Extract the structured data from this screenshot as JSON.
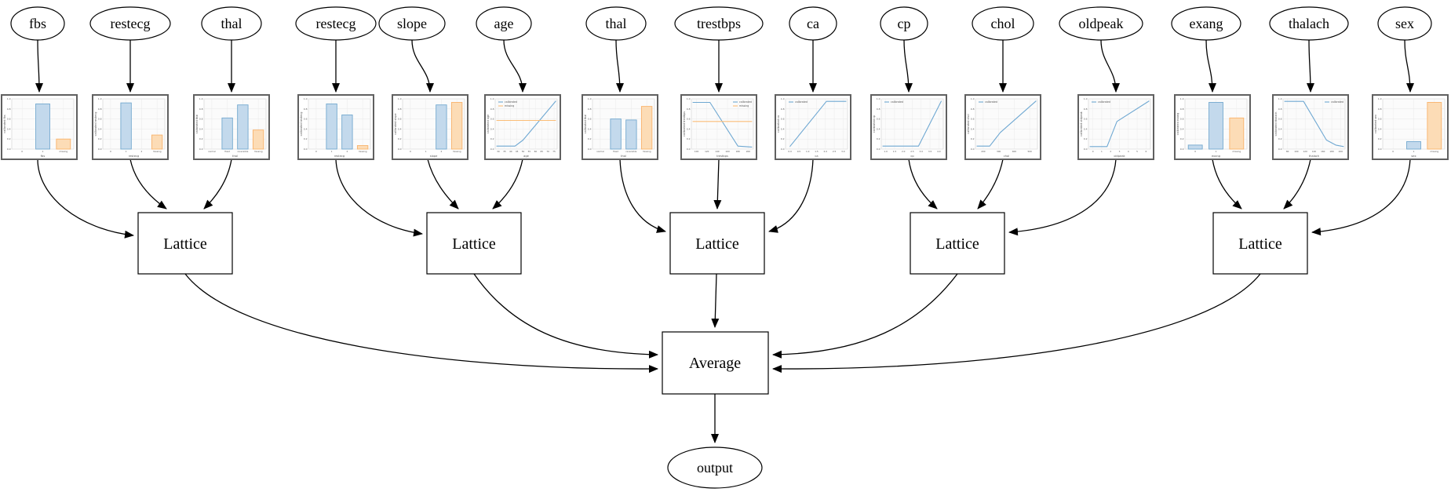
{
  "diagram": {
    "lattice_label": "Lattice",
    "average_label": "Average",
    "output_label": "output",
    "lattice_count": 5,
    "edge_color": "#000000",
    "node_border_color": "#000000",
    "chart_frame_color": "#606060"
  },
  "features": [
    "fbs",
    "restecg",
    "thal",
    "restecg",
    "slope",
    "age",
    "thal",
    "trestbps",
    "ca",
    "cp",
    "chol",
    "oldpeak",
    "exang",
    "thalach",
    "sex"
  ],
  "groups": [
    [
      0,
      1,
      2
    ],
    [
      3,
      4,
      5
    ],
    [
      6,
      7,
      8
    ],
    [
      9,
      10,
      11
    ],
    [
      12,
      13,
      14
    ]
  ],
  "colors": {
    "calibrated_blue": "#6fa8d2",
    "missing_orange": "#fbbd77",
    "bar_blue_fill": "#c3d9ec",
    "bar_blue_stroke": "#74a9cf",
    "bar_orange_fill": "#fcdcb6",
    "bar_orange_stroke": "#f9b36b",
    "grid": "#e8e8e8",
    "plot_bg": "#fbfbfb",
    "spine": "#cfcfcf"
  },
  "chart_data": [
    {
      "feature": "fbs",
      "type": "bar",
      "ylabel": "calibrated fbs",
      "xlabel": "fbs",
      "yticks": [
        "0.0",
        "0.2",
        "0.4",
        "0.6",
        "0.8",
        "1.0"
      ],
      "bars": {
        "categories": [
          "0",
          "1",
          "missing"
        ],
        "values": [
          0,
          0.9,
          0.2
        ],
        "colors": [
          "blue",
          "blue",
          "orange"
        ]
      }
    },
    {
      "feature": "restecg",
      "type": "bar",
      "ylabel": "calibrated restecg",
      "xlabel": "restecg",
      "yticks": [
        "0.0",
        "0.2",
        "0.4",
        "0.6",
        "0.8",
        "1.0"
      ],
      "bars": {
        "categories": [
          "0",
          "1",
          "2",
          "missing"
        ],
        "values": [
          0,
          0.92,
          0,
          0.28
        ],
        "colors": [
          "blue",
          "blue",
          "blue",
          "orange"
        ]
      }
    },
    {
      "feature": "thal",
      "type": "bar",
      "ylabel": "calibrated thal",
      "xlabel": "thal",
      "yticks": [
        "0.0",
        "0.2",
        "0.4",
        "0.6",
        "0.8",
        "1.0"
      ],
      "bars": {
        "categories": [
          "normal",
          "fixed",
          "reversible",
          "missing"
        ],
        "values": [
          0,
          0.62,
          0.88,
          0.38
        ],
        "colors": [
          "blue",
          "blue",
          "blue",
          "orange"
        ]
      }
    },
    {
      "feature": "restecg",
      "type": "bar",
      "ylabel": "calibrated restecg",
      "xlabel": "restecg",
      "yticks": [
        "0.0",
        "0.2",
        "0.4",
        "0.6",
        "0.8",
        "1.0"
      ],
      "bars": {
        "categories": [
          "0",
          "1",
          "2",
          "missing"
        ],
        "values": [
          0,
          0.9,
          0.68,
          0.07
        ],
        "colors": [
          "blue",
          "blue",
          "blue",
          "orange"
        ]
      }
    },
    {
      "feature": "slope",
      "type": "bar",
      "ylabel": "calibrated slope",
      "xlabel": "slope",
      "yticks": [
        "0.0",
        "0.2",
        "0.4",
        "0.6",
        "0.8",
        "1.0"
      ],
      "bars": {
        "categories": [
          "0",
          "1",
          "2",
          "missing"
        ],
        "values": [
          0,
          0,
          0.88,
          0.93
        ],
        "colors": [
          "blue",
          "blue",
          "blue",
          "orange"
        ]
      }
    },
    {
      "feature": "age",
      "type": "line",
      "ylabel": "calibrated age",
      "xlabel": "age",
      "yticks": [
        "0.0",
        "0.2",
        "0.4",
        "0.6",
        "0.8",
        "1.0"
      ],
      "xticks": [
        "30",
        "35",
        "40",
        "45",
        "50",
        "55",
        "60",
        "65",
        "70",
        "75"
      ],
      "legend": [
        "calibrated",
        "missing"
      ],
      "legend_pos": "top-left",
      "series": [
        {
          "name": "calibrated",
          "color": "blue",
          "points": [
            [
              0.02,
              0.06
            ],
            [
              0.32,
              0.06
            ],
            [
              0.45,
              0.18
            ],
            [
              0.98,
              0.96
            ]
          ]
        },
        {
          "name": "missing",
          "color": "orange",
          "points": [
            [
              0.02,
              0.57
            ],
            [
              0.98,
              0.57
            ]
          ]
        }
      ]
    },
    {
      "feature": "thal",
      "type": "bar",
      "ylabel": "calibrated thal",
      "xlabel": "thal",
      "yticks": [
        "0.0",
        "0.2",
        "0.4",
        "0.6",
        "0.8",
        "1.0"
      ],
      "bars": {
        "categories": [
          "normal",
          "fixed",
          "reversible",
          "missing"
        ],
        "values": [
          0,
          0.6,
          0.58,
          0.85
        ],
        "colors": [
          "blue",
          "blue",
          "blue",
          "orange"
        ]
      }
    },
    {
      "feature": "trestbps",
      "type": "line",
      "ylabel": "calibrated trestbps",
      "xlabel": "trestbps",
      "yticks": [
        "0.0",
        "0.2",
        "0.4",
        "0.6",
        "0.8",
        "1.0"
      ],
      "xticks": [
        "100",
        "120",
        "140",
        "160",
        "180",
        "200"
      ],
      "legend": [
        "calibrated",
        "missing"
      ],
      "legend_pos": "top-right",
      "series": [
        {
          "name": "calibrated",
          "color": "blue",
          "points": [
            [
              0.02,
              0.93
            ],
            [
              0.3,
              0.93
            ],
            [
              0.75,
              0.06
            ],
            [
              0.98,
              0.04
            ]
          ]
        },
        {
          "name": "missing",
          "color": "orange",
          "points": [
            [
              0.02,
              0.55
            ],
            [
              0.98,
              0.55
            ]
          ]
        }
      ]
    },
    {
      "feature": "ca",
      "type": "line",
      "ylabel": "calibrated ca",
      "xlabel": "ca",
      "yticks": [
        "0.0",
        "0.2",
        "0.4",
        "0.6",
        "0.8",
        "1.0"
      ],
      "xticks": [
        "0.0",
        "0.5",
        "1.0",
        "1.5",
        "2.0",
        "2.5",
        "3.0"
      ],
      "legend": [
        "calibrated"
      ],
      "legend_pos": "top-left",
      "series": [
        {
          "name": "calibrated",
          "color": "blue",
          "points": [
            [
              0.07,
              0.05
            ],
            [
              0.66,
              0.95
            ],
            [
              0.98,
              0.95
            ]
          ]
        }
      ]
    },
    {
      "feature": "cp",
      "type": "line",
      "ylabel": "calibrated cp",
      "xlabel": "cp",
      "yticks": [
        "0.0",
        "0.2",
        "0.4",
        "0.6",
        "0.8",
        "1.0"
      ],
      "xticks": [
        "1.0",
        "1.5",
        "2.0",
        "2.5",
        "3.0",
        "3.5",
        "4.0"
      ],
      "legend": [
        "calibrated"
      ],
      "legend_pos": "top-left",
      "series": [
        {
          "name": "calibrated",
          "color": "blue",
          "points": [
            [
              0.02,
              0.06
            ],
            [
              0.6,
              0.06
            ],
            [
              0.97,
              0.96
            ]
          ]
        }
      ]
    },
    {
      "feature": "chol",
      "type": "line",
      "ylabel": "calibrated chol",
      "xlabel": "chol",
      "yticks": [
        "0.0",
        "0.2",
        "0.4",
        "0.6",
        "0.8",
        "1.0"
      ],
      "xticks": [
        "200",
        "300",
        "400",
        "500"
      ],
      "legend": [
        "calibrated"
      ],
      "legend_pos": "top-left",
      "series": [
        {
          "name": "calibrated",
          "color": "blue",
          "points": [
            [
              0.02,
              0.06
            ],
            [
              0.23,
              0.06
            ],
            [
              0.4,
              0.33
            ],
            [
              0.98,
              0.96
            ]
          ]
        }
      ]
    },
    {
      "feature": "oldpeak",
      "type": "line",
      "ylabel": "calibrated oldpeak",
      "xlabel": "oldpeak",
      "yticks": [
        "0.0",
        "0.2",
        "0.4",
        "0.6",
        "0.8",
        "1.0"
      ],
      "xticks": [
        "0",
        "1",
        "2",
        "3",
        "4",
        "5",
        "6"
      ],
      "legend": [
        "calibrated"
      ],
      "legend_pos": "top-left",
      "series": [
        {
          "name": "calibrated",
          "color": "blue",
          "points": [
            [
              0.02,
              0.05
            ],
            [
              0.3,
              0.05
            ],
            [
              0.46,
              0.55
            ],
            [
              0.98,
              0.96
            ]
          ]
        }
      ]
    },
    {
      "feature": "exang",
      "type": "bar",
      "ylabel": "calibrated exang",
      "xlabel": "exang",
      "yticks": [
        "0.0",
        "0.2",
        "0.4",
        "0.6",
        "0.8",
        "1.0"
      ],
      "bars": {
        "categories": [
          "0",
          "1",
          "missing"
        ],
        "values": [
          0.08,
          0.93,
          0.62
        ],
        "colors": [
          "blue",
          "blue",
          "orange"
        ]
      }
    },
    {
      "feature": "thalach",
      "type": "line",
      "ylabel": "calibrated thalach",
      "xlabel": "thalach",
      "yticks": [
        "0.0",
        "0.2",
        "0.4",
        "0.6",
        "0.8",
        "1.0"
      ],
      "xticks": [
        "80",
        "100",
        "120",
        "140",
        "160",
        "180",
        "200"
      ],
      "legend": [
        "calibrated"
      ],
      "legend_pos": "top-right",
      "series": [
        {
          "name": "calibrated",
          "color": "blue",
          "points": [
            [
              0.02,
              0.95
            ],
            [
              0.33,
              0.95
            ],
            [
              0.7,
              0.18
            ],
            [
              0.85,
              0.08
            ],
            [
              0.98,
              0.05
            ]
          ]
        }
      ]
    },
    {
      "feature": "sex",
      "type": "bar",
      "ylabel": "calibrated sex",
      "xlabel": "sex",
      "yticks": [
        "0.0",
        "0.2",
        "0.4",
        "0.6",
        "0.8",
        "1.0"
      ],
      "bars": {
        "categories": [
          "0",
          "1",
          "missing"
        ],
        "values": [
          0,
          0.15,
          0.93
        ],
        "colors": [
          "blue",
          "blue",
          "orange"
        ]
      }
    }
  ]
}
